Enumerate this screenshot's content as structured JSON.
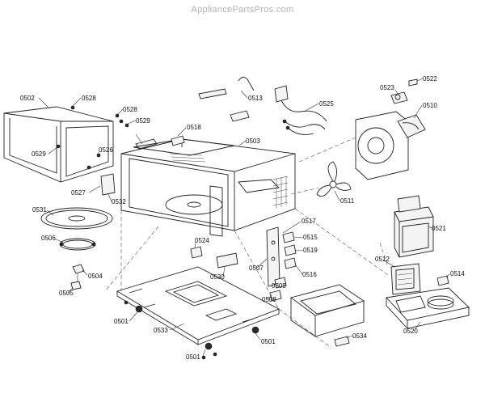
{
  "watermark": "AppliancePartsPros.com",
  "labels": {
    "p0502": "0502",
    "p0528a": "0528",
    "p0528b": "0528",
    "p0529a": "0529",
    "p0529b": "0529",
    "p0526": "0526",
    "p0527": "0527",
    "p0532": "0532",
    "p0518": "0518",
    "p0503": "0503",
    "p0513": "0513",
    "p0525": "0525",
    "p0523": "0523",
    "p0522": "0522",
    "p0510": "0510",
    "p0511": "0511",
    "p0521": "0521",
    "p0531": "0531",
    "p0506": "0506",
    "p0504": "0504",
    "p0505": "0505",
    "p0524": "0524",
    "p0530": "0530",
    "p0517": "0517",
    "p0515": "0515",
    "p0519": "0519",
    "p0516": "0516",
    "p0507": "0507",
    "p0509": "0509",
    "p0508": "0508",
    "p0512": "0512",
    "p0514": "0514",
    "p0520": "0520",
    "p0534": "0534",
    "p0533": "0533",
    "p0501a": "0501",
    "p0501b": "0501",
    "p0501c": "0501"
  }
}
